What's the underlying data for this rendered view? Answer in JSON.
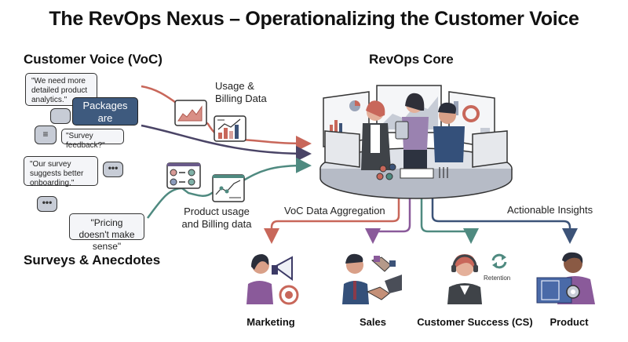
{
  "title": "The RevOps Nexus – Operationalizing the Customer Voice",
  "sections": {
    "voc_heading": "Customer Voice (VoC)",
    "surveys_heading": "Surveys & Anecdotes",
    "core_heading": "RevOps Core"
  },
  "bubbles": [
    {
      "text": "\"We need more detailed product analytics.\""
    },
    {
      "text": "Packages are confusing"
    },
    {
      "text": "\"Survey feedback?\""
    },
    {
      "text": "\"Our survey suggests better onboarding.\""
    },
    {
      "text": "\"Pricing doesn't make sense\""
    }
  ],
  "dots_glyph": "•••",
  "flows": {
    "usage_billing": "Usage & Billing Data",
    "product_usage": "Product usage and Billing data",
    "voc_aggregation": "VoC Data Aggregation",
    "actionable_insights": "Actionable Insights"
  },
  "departments": [
    {
      "name": "Marketing",
      "icon": "megaphone-target-icon",
      "color": "#c8675a"
    },
    {
      "name": "Sales",
      "icon": "handshake-icon",
      "color": "#8a5a9a"
    },
    {
      "name": "Customer Success (CS)",
      "icon": "headset-agent-icon",
      "color": "#4f8a80",
      "badge": "Retention"
    },
    {
      "name": "Product",
      "icon": "blueprint-gear-icon",
      "color": "#3c5378"
    }
  ],
  "colors": {
    "red": "#c8675a",
    "purple_dark": "#4a4466",
    "teal": "#4f8a80",
    "purple": "#8a5a9a",
    "navy": "#3c5378",
    "bubble_dark": "#3e5a7e"
  }
}
